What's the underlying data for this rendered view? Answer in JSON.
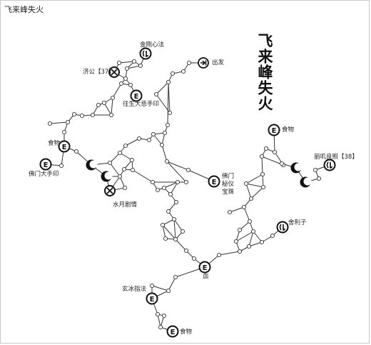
{
  "window": {
    "title": "飞来峰失火"
  },
  "map": {
    "title": "飞来峰失火",
    "nodes": [
      {
        "id": "jiangang",
        "type": "lantern",
        "label": "金刚心法"
      },
      {
        "id": "jigong",
        "type": "x",
        "label": "济公【37】"
      },
      {
        "id": "wangsheng",
        "type": "E",
        "label": "往生大悲手印"
      },
      {
        "id": "chufa",
        "type": "arrow",
        "label": "出发"
      },
      {
        "id": "food1",
        "type": "E",
        "label": "食物"
      },
      {
        "id": "fomen_dashou",
        "type": "E",
        "label": "佛门大手印"
      },
      {
        "id": "crescent1",
        "type": "crescent",
        "label": ""
      },
      {
        "id": "crescent2",
        "type": "crescent",
        "label": ""
      },
      {
        "id": "shuiyue",
        "type": "x",
        "label": "水月剧情"
      },
      {
        "id": "fomen_miyi",
        "type": "E",
        "label": "佛门\n秘仪\n宝珠"
      },
      {
        "id": "food2",
        "type": "E",
        "label": "食物"
      },
      {
        "id": "lihui",
        "type": "lantern",
        "label": "丽叽良照【38】"
      },
      {
        "id": "crescent3",
        "type": "crescent",
        "label": ""
      },
      {
        "id": "crescent4",
        "type": "crescent",
        "label": ""
      },
      {
        "id": "sheli",
        "type": "lantern",
        "label": "舍利子"
      },
      {
        "id": "xue",
        "type": "E",
        "label": "血"
      },
      {
        "id": "xuanbing",
        "type": "E",
        "label": "玄冰指法"
      },
      {
        "id": "food3",
        "type": "E",
        "label": "食物"
      }
    ]
  }
}
